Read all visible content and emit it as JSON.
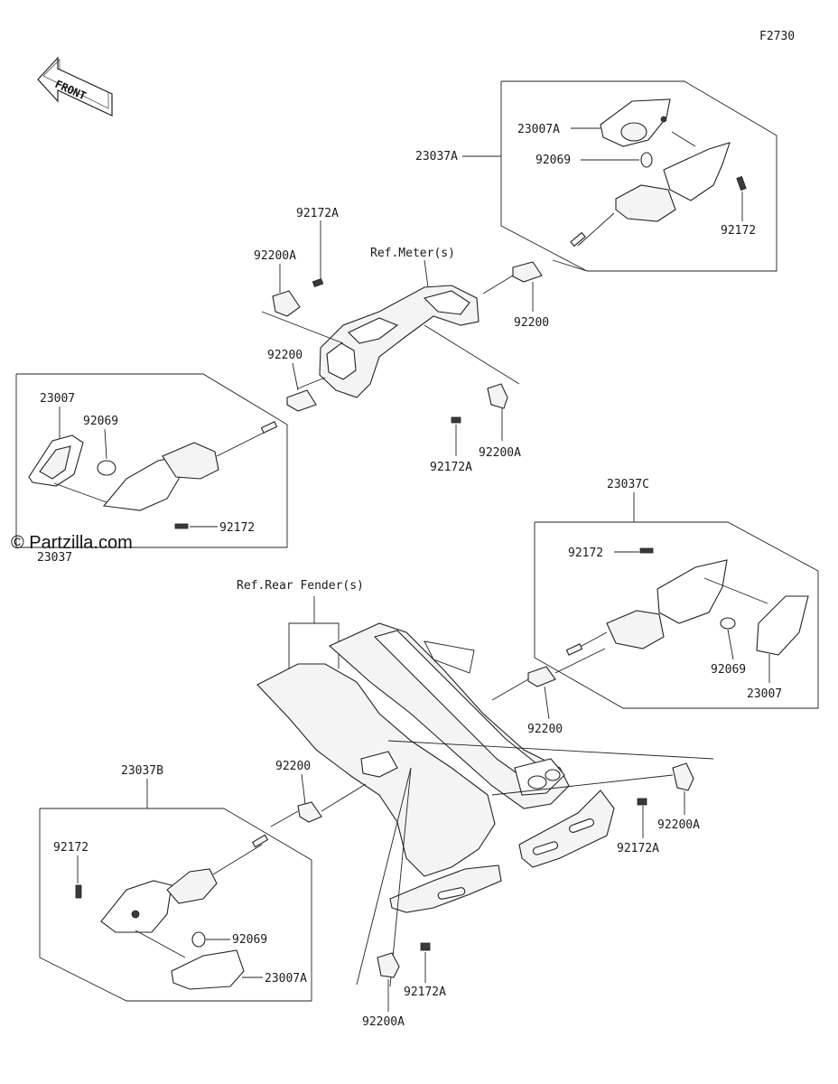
{
  "figure_code": "F2730",
  "front_label": "FRONT",
  "watermark": "© Partzilla.com",
  "refs": {
    "meter": "Ref.Meter(s)",
    "rear_fender": "Ref.Rear Fender(s)"
  },
  "labels": {
    "a_23007A": "23007A",
    "a_23037A": "23037A",
    "a_92069": "92069",
    "a_92172": "92172",
    "a_92200": "92200",
    "m_92172A": "92172A",
    "m_92200A": "92200A",
    "m_92200": "92200",
    "m_92172A_low": "92172A",
    "m_92200A_low": "92200A",
    "l_23007": "23007",
    "l_92069": "92069",
    "l_92172": "92172",
    "l_23037": "23037",
    "c_23037C": "23037C",
    "c_92172": "92172",
    "c_92069": "92069",
    "c_23007": "23007",
    "c_92200": "92200",
    "r_92200": "92200",
    "r_92200A": "92200A",
    "r_92172A": "92172A",
    "b_23037B": "23037B",
    "b_92172": "92172",
    "b_92069": "92069",
    "b_23007A": "23007A",
    "b_92172A": "92172A",
    "b_92200A": "92200A"
  }
}
